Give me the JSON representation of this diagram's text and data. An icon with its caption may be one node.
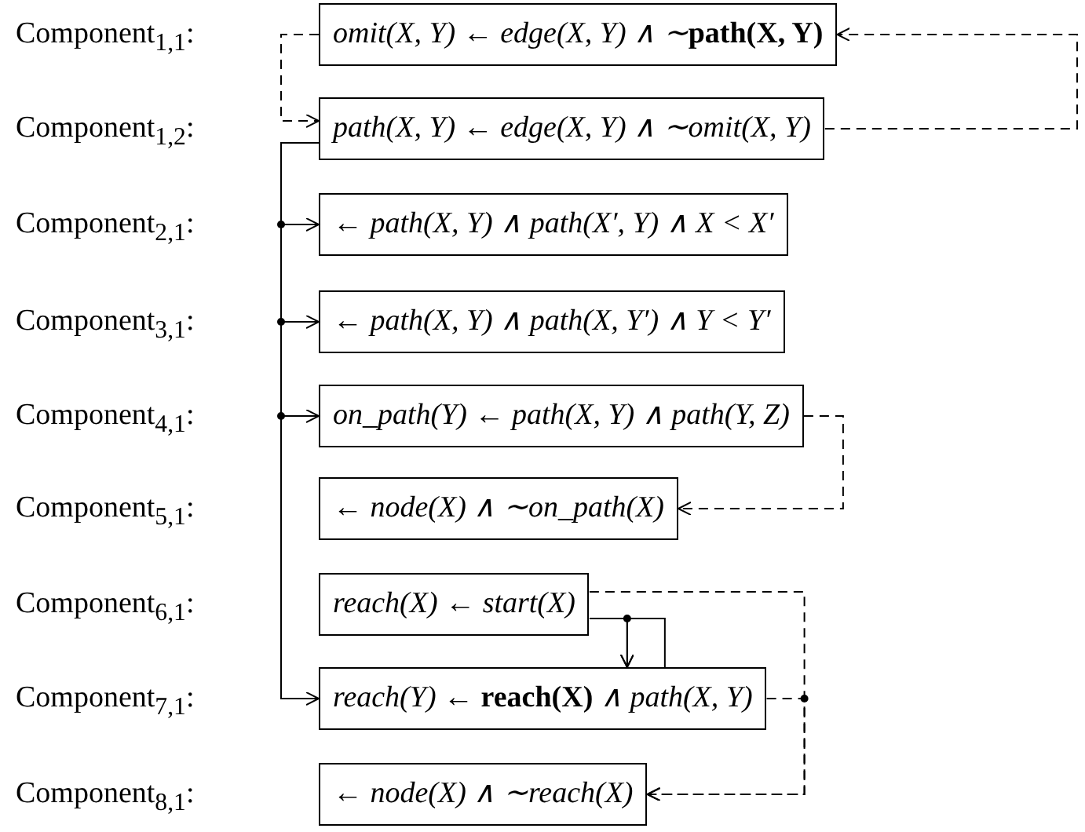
{
  "diagram": {
    "nodes": [
      {
        "text": [
          "omit(X, Y) ← edge(X, Y) ∧ ∼**path(X, Y)**"
        ]
      },
      {
        "text": [
          "path(X, Y) ← edge(X, Y) ∧ ∼omit(X, Y)"
        ]
      },
      {
        "text": [
          "← path(X, Y) ∧ path(X′, Y) ∧ X < X′"
        ]
      },
      {
        "text": [
          "← path(X, Y) ∧ path(X, Y′) ∧ Y < Y′"
        ]
      },
      {
        "text": [
          "on_path(Y) ← path(X, Y) ∧ path(Y, Z)"
        ]
      },
      {
        "text": [
          "← node(X) ∧ ∼on_path(X)"
        ]
      },
      {
        "text": [
          "reach(X) ← start(X)"
        ]
      },
      {
        "text": [
          "reach(Y) ← **reach(X)** ∧ path(X, Y)"
        ]
      },
      {
        "text": [
          "← node(X) ∧ ∼reach(X)"
        ]
      }
    ],
    "edges": [
      {
        "from": 0,
        "to": 1,
        "arrow": "to",
        "style": "dashed"
      },
      {
        "from": 1,
        "to": 0,
        "arrow": "to",
        "style": "dashed"
      },
      {
        "from": 1,
        "to": 2,
        "arrow": "to"
      },
      {
        "from": 1,
        "to": 3,
        "arrow": "to"
      },
      {
        "from": 1,
        "to": 4,
        "arrow": "to"
      },
      {
        "from": 1,
        "to": 7,
        "arrow": "to"
      },
      {
        "from": 4,
        "to": 5,
        "arrow": "to",
        "style": "dashed"
      },
      {
        "from": 6,
        "to": 7,
        "arrow": "to"
      },
      {
        "from": 7,
        "to": 7,
        "arrow": "to"
      },
      {
        "from": 6,
        "to": 8,
        "arrow": "to",
        "style": "dashed"
      },
      {
        "from": 7,
        "to": 8,
        "arrow": "to",
        "style": "dashed"
      }
    ],
    "labels": [
      "Component$_{1,1}$:",
      "Component$_{1,2}$:",
      "Component$_{2,1}$:",
      "Component$_{3,1}$:",
      "Component$_{4,1}$:",
      "Component$_{5,1}$:",
      "Component$_{6,1}$:",
      "Component$_{7,1}$:",
      "Component$_{8,1}$:"
    ]
  }
}
